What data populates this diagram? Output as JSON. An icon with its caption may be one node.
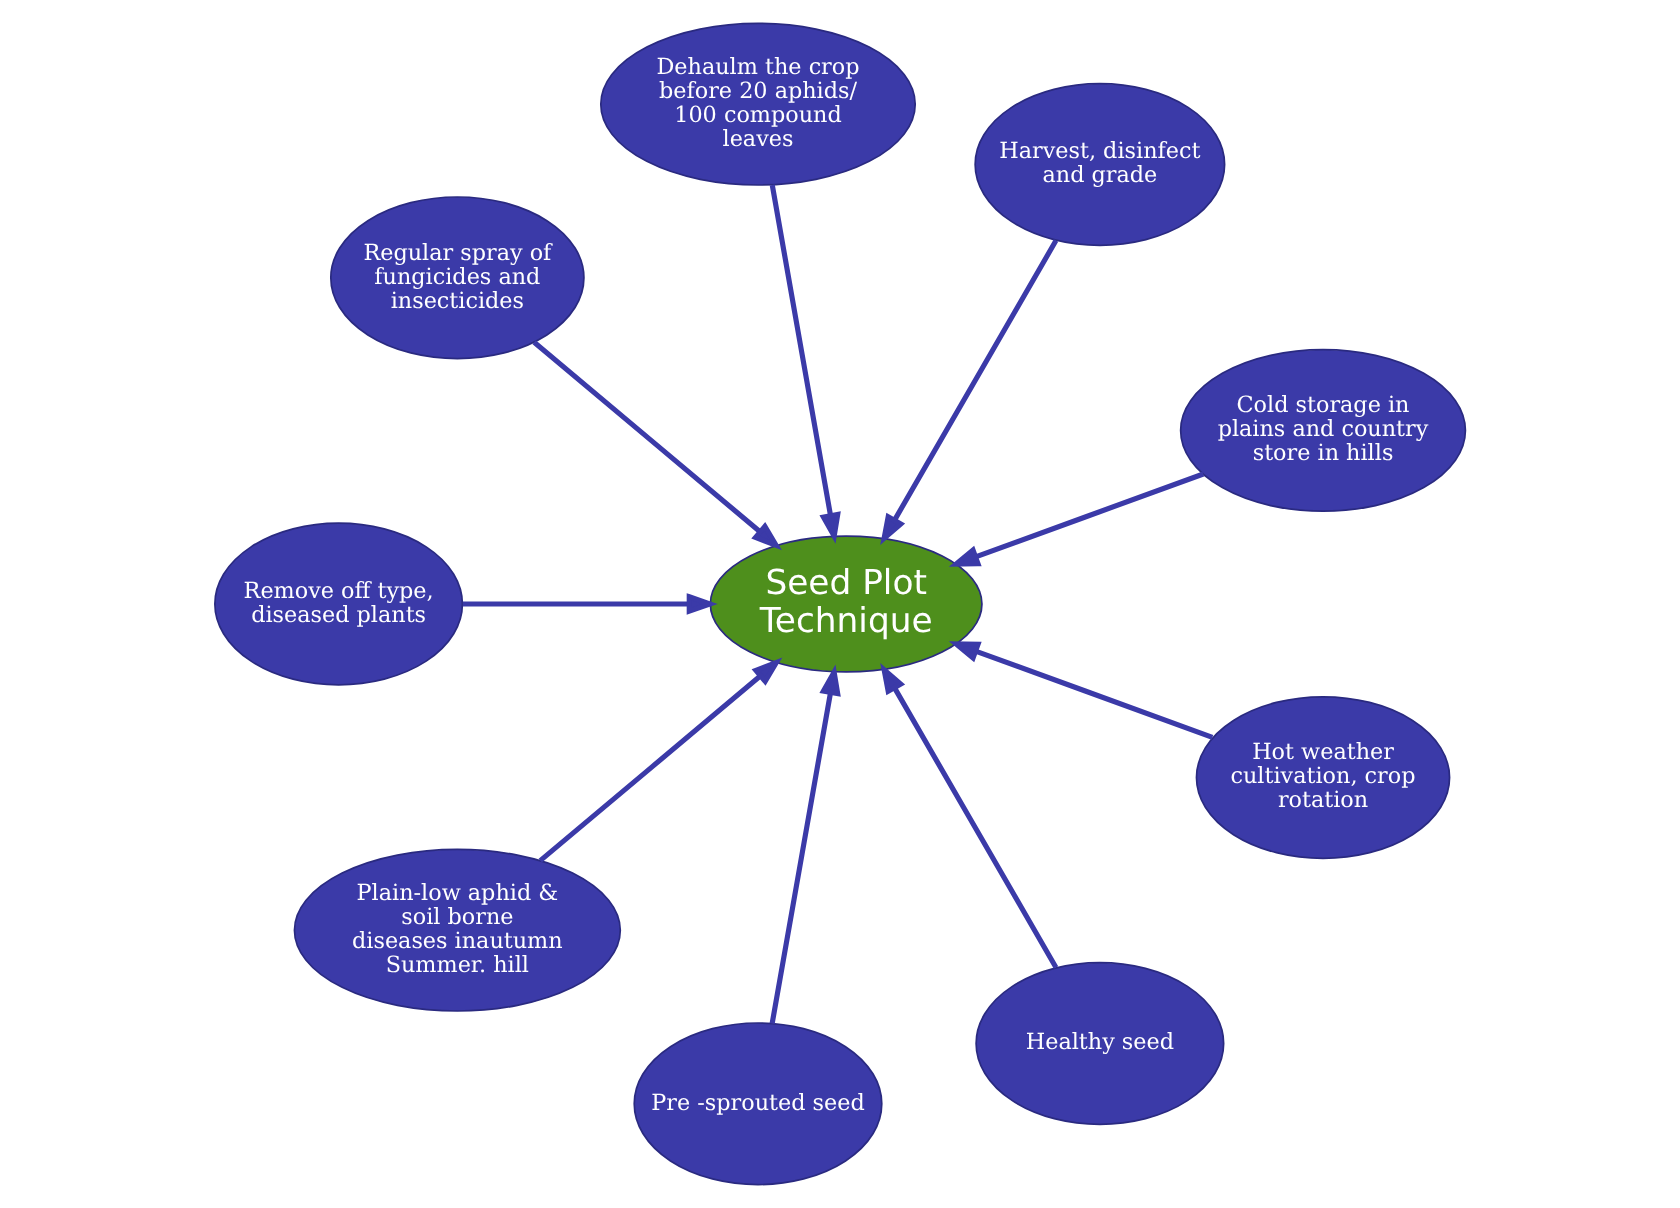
{
  "diagram": {
    "nodes": [
      {
        "text": [
          "Seed Plot Technique"
        ]
      },
      {
        "text": [
          "Cold storage in plains and country store in hills"
        ]
      },
      {
        "text": [
          "Harvest, disinfect and grade"
        ]
      },
      {
        "text": [
          "Dehaulm the crop before 20 aphids/ 100 compound leaves"
        ]
      },
      {
        "text": [
          "Regular spray of fungicides and insecticides"
        ]
      },
      {
        "text": [
          "Remove off type, diseased plants"
        ]
      },
      {
        "text": [
          "Plain-low aphid & soil borne diseases inautumn Summer. hill"
        ]
      },
      {
        "text": [
          "Pre -sprouted seed"
        ]
      },
      {
        "text": [
          "Healthy seed"
        ]
      },
      {
        "text": [
          "Hot weather cultivation, crop rotation"
        ]
      }
    ],
    "edges": [
      {
        "from": 1,
        "to": 0,
        "arrow": "to"
      },
      {
        "from": 2,
        "to": 0,
        "arrow": "to"
      },
      {
        "from": 3,
        "to": 0,
        "arrow": "to"
      },
      {
        "from": 4,
        "to": 0,
        "arrow": "to"
      },
      {
        "from": 5,
        "to": 0,
        "arrow": "to"
      },
      {
        "from": 6,
        "to": 0,
        "arrow": "to"
      },
      {
        "from": 7,
        "to": 0,
        "arrow": "to"
      },
      {
        "from": 8,
        "to": 0,
        "arrow": "to"
      },
      {
        "from": 9,
        "to": 0,
        "arrow": "to"
      }
    ]
  }
}
